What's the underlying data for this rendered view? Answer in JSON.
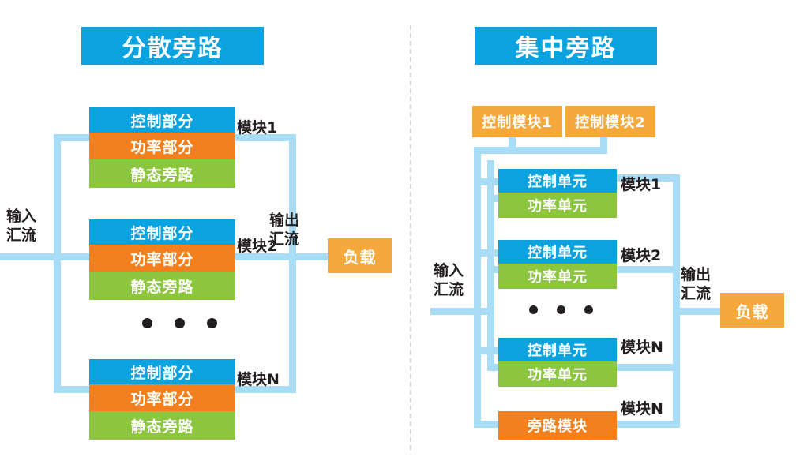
{
  "page": {
    "background": "#ffffff",
    "accent_blue": "#0aa3e0",
    "accent_orange": "#f2801e",
    "accent_green": "#8cc63e",
    "accent_amber": "#f5a93c",
    "wire_color": "#a9ddf5"
  },
  "left_panel": {
    "title": "分散旁路",
    "input_bus_label": "输入\n汇流",
    "input_bus_label_line1": "输入",
    "input_bus_label_line2": "汇流",
    "output_bus_label_line1": "输出",
    "output_bus_label_line2": "汇流",
    "load_label": "负载",
    "ellipsis": "• • •",
    "modules": [
      {
        "name": "模块1",
        "rows": [
          {
            "label": "控制部分",
            "color": "#0aa3e0"
          },
          {
            "label": "功率部分",
            "color": "#f2801e"
          },
          {
            "label": "静态旁路",
            "color": "#8cc63e"
          }
        ]
      },
      {
        "name": "模块2",
        "rows": [
          {
            "label": "控制部分",
            "color": "#0aa3e0"
          },
          {
            "label": "功率部分",
            "color": "#f2801e"
          },
          {
            "label": "静态旁路",
            "color": "#8cc63e"
          }
        ]
      },
      {
        "name": "模块N",
        "rows": [
          {
            "label": "控制部分",
            "color": "#0aa3e0"
          },
          {
            "label": "功率部分",
            "color": "#f2801e"
          },
          {
            "label": "静态旁路",
            "color": "#8cc63e"
          }
        ]
      }
    ]
  },
  "right_panel": {
    "title": "集中旁路",
    "input_bus_label_line1": "输入",
    "input_bus_label_line2": "汇流",
    "output_bus_label_line1": "输出",
    "output_bus_label_line2": "汇流",
    "load_label": "负载",
    "ellipsis": "• • •",
    "control_modules": [
      {
        "label": "控制模块1",
        "color": "#f5a93c"
      },
      {
        "label": "控制模块2",
        "color": "#f5a93c"
      }
    ],
    "modules": [
      {
        "name": "模块1",
        "rows": [
          {
            "label": "控制单元",
            "color": "#0aa3e0"
          },
          {
            "label": "功率单元",
            "color": "#8cc63e"
          }
        ]
      },
      {
        "name": "模块2",
        "rows": [
          {
            "label": "控制单元",
            "color": "#0aa3e0"
          },
          {
            "label": "功率单元",
            "color": "#8cc63e"
          }
        ]
      },
      {
        "name": "模块N",
        "rows": [
          {
            "label": "控制单元",
            "color": "#0aa3e0"
          },
          {
            "label": "功率单元",
            "color": "#8cc63e"
          }
        ]
      }
    ],
    "bypass_module": {
      "label": "旁路模块",
      "name": "模块N",
      "color": "#f2801e"
    }
  }
}
